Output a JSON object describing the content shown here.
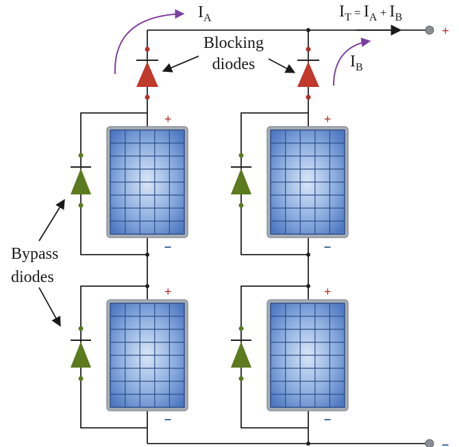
{
  "labels": {
    "current_a": "I",
    "current_a_sub": "A",
    "current_b": "I",
    "current_b_sub": "B",
    "total_i": "I",
    "total_sub_t": "T",
    "total_eq": " = ",
    "total_ia": "I",
    "total_ia_sub": "A",
    "total_plus": " + ",
    "total_ib": "I",
    "total_ib_sub": "B",
    "blocking_line1": "Blocking",
    "blocking_line2": "diodes",
    "bypass_line1": "Bypass",
    "bypass_line2": "diodes",
    "output_plus": "+",
    "output_minus": "–",
    "panel_plus": "+",
    "panel_minus": "–"
  },
  "colors": {
    "blocking_diode": "#c0392b",
    "bypass_diode": "#5c7a1e",
    "panel_cell": "#6f93cf",
    "panel_frame": "#9aa0a8",
    "wire": "#1f1f1f",
    "current_arrow": "#7b3f9e"
  },
  "panels": [
    {
      "id": "A-top"
    },
    {
      "id": "A-bottom"
    },
    {
      "id": "B-top"
    },
    {
      "id": "B-bottom"
    }
  ]
}
